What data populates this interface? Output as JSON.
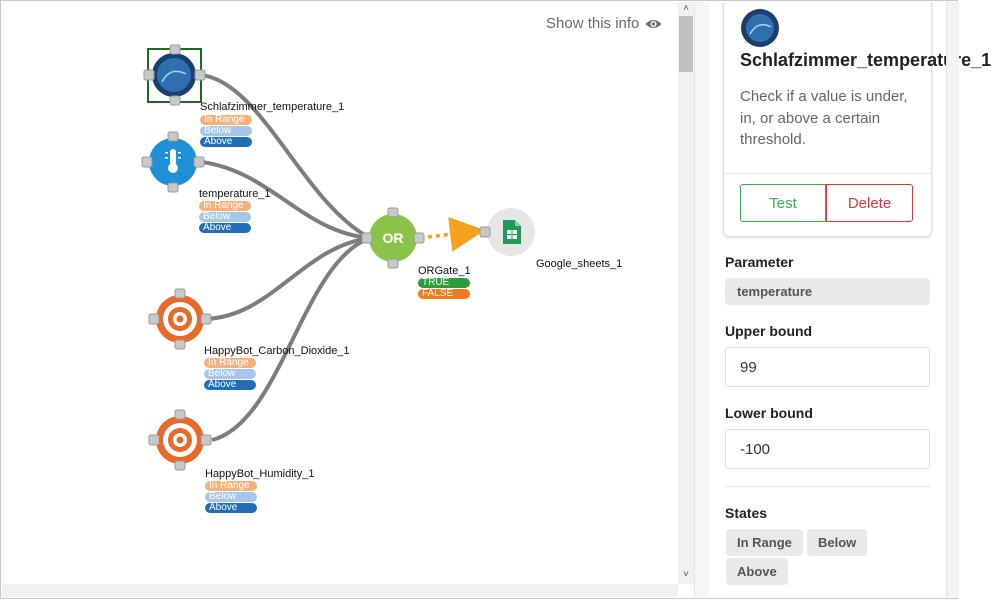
{
  "canvas": {
    "show_info": "Show this info",
    "nodes": {
      "n1": {
        "label": "Schlafzimmer_temperature_1",
        "states": [
          "In Range",
          "Below",
          "Above"
        ]
      },
      "n2": {
        "label": "temperature_1",
        "states": [
          "In Range",
          "Below",
          "Above"
        ]
      },
      "n3": {
        "label": "HappyBot_Carbon_Dioxide_1",
        "states": [
          "In Range",
          "Below",
          "Above"
        ]
      },
      "n4": {
        "label": "HappyBot_Humidity_1",
        "states": [
          "In Range",
          "Below",
          "Above"
        ]
      },
      "gate": {
        "icon_text": "OR",
        "label": "ORGate_1",
        "states": [
          "TRUE",
          "FALSE"
        ]
      },
      "sheets": {
        "label": "Google_sheets_1"
      }
    },
    "colors": {
      "edge": "#7d7d7d",
      "gate": "#8bc34a",
      "arrow": "#f5a01e",
      "threshold": "#e8692a",
      "temp": "#1e90d8"
    },
    "icons": {
      "n1": "weather-app-icon",
      "n2": "thermometer-icon",
      "n3": "target-icon",
      "n4": "target-icon",
      "sheets": "google-sheets-icon",
      "info": "eye-icon"
    }
  },
  "panel": {
    "card": {
      "title": "Schlafzimmer_temperature_1",
      "description": "Check if a value is under, in, or above a certain threshold.",
      "test_label": "Test",
      "delete_label": "Delete"
    },
    "parameter_label": "Parameter",
    "parameter_value": "temperature",
    "upper_label": "Upper bound",
    "upper_value": "99",
    "lower_label": "Lower bound",
    "lower_value": "-100",
    "states_label": "States",
    "states": [
      "In Range",
      "Below",
      "Above"
    ]
  }
}
